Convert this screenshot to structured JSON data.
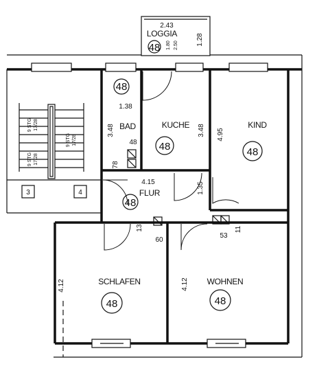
{
  "loggia": {
    "dim_top": "2.43",
    "name": "LOGGIA",
    "code": "48",
    "sub_a": "1.80",
    "sub_b": "2.50",
    "dim_side": "1.28"
  },
  "bad": {
    "name": "BAD",
    "code": "48",
    "dim_a": "1.38",
    "dim_b": "3.48",
    "dim_c": "48",
    "dim_d": "78"
  },
  "kueche": {
    "name": "KUCHE",
    "code": "48",
    "dim": "3.48"
  },
  "kind": {
    "name": "KIND",
    "code": "48",
    "dim": "4.95"
  },
  "flur": {
    "name": "FLUR",
    "code": "48",
    "dim_a": "4.15",
    "dim_b": "1.35"
  },
  "schlafen": {
    "name": "SCHLAFEN",
    "code": "48",
    "dim_a": "4.12",
    "dim_b": "60",
    "dim_c": "13"
  },
  "wohnen": {
    "name": "WOHNEN",
    "code": "48",
    "dim_a": "4.12",
    "dim_b": "53",
    "dim_c": "11"
  },
  "stair": {
    "label_a": "9 STG",
    "label_b": "17/28",
    "unit_3": "3",
    "unit_4": "4"
  }
}
